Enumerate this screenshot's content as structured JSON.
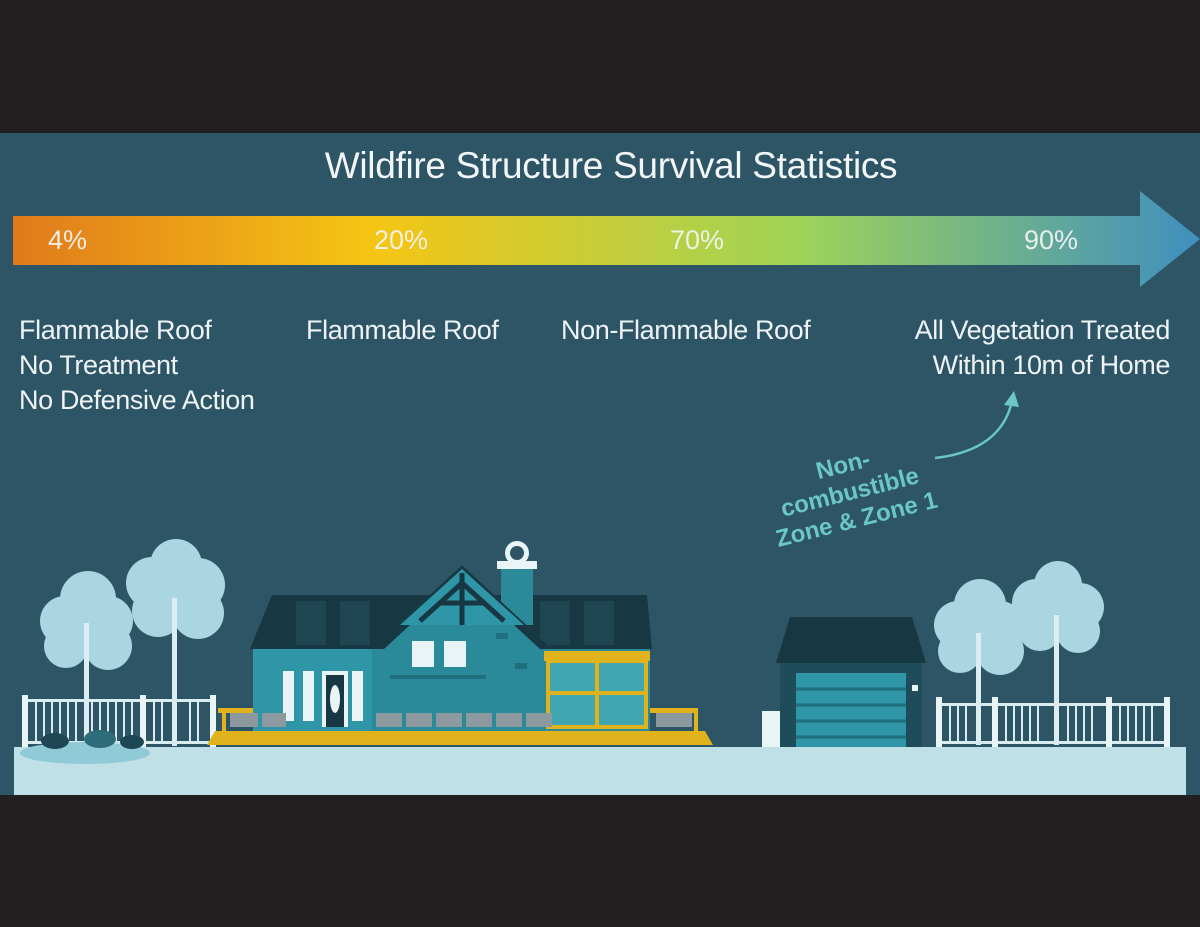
{
  "title": "Wildfire Structure Survival Statistics",
  "colors": {
    "background": "#2d5566",
    "letterbox": "#221f20",
    "arrow_start": "#e07a1b",
    "arrow_mid": "#f6c514",
    "arrow_green": "#9fd457",
    "arrow_end": "#3f8fc0",
    "annotation": "#6bc7c4"
  },
  "stages": [
    {
      "percent": "4%",
      "lines": [
        "Flammable Roof",
        "No Treatment",
        "No Defensive Action"
      ]
    },
    {
      "percent": "20%",
      "lines": [
        "Flammable Roof"
      ]
    },
    {
      "percent": "70%",
      "lines": [
        "Non-Flammable Roof"
      ]
    },
    {
      "percent": "90%",
      "lines": [
        "All Vegetation Treated",
        "Within 10m of Home"
      ]
    }
  ],
  "annotation": {
    "lines": [
      "Non-",
      "combustible",
      "Zone & Zone 1"
    ]
  },
  "icons": {
    "arrow": "gradient-arrow",
    "scene": [
      "tree-icon",
      "fence-icon",
      "house-icon",
      "garage-icon",
      "curved-arrow-icon"
    ]
  }
}
